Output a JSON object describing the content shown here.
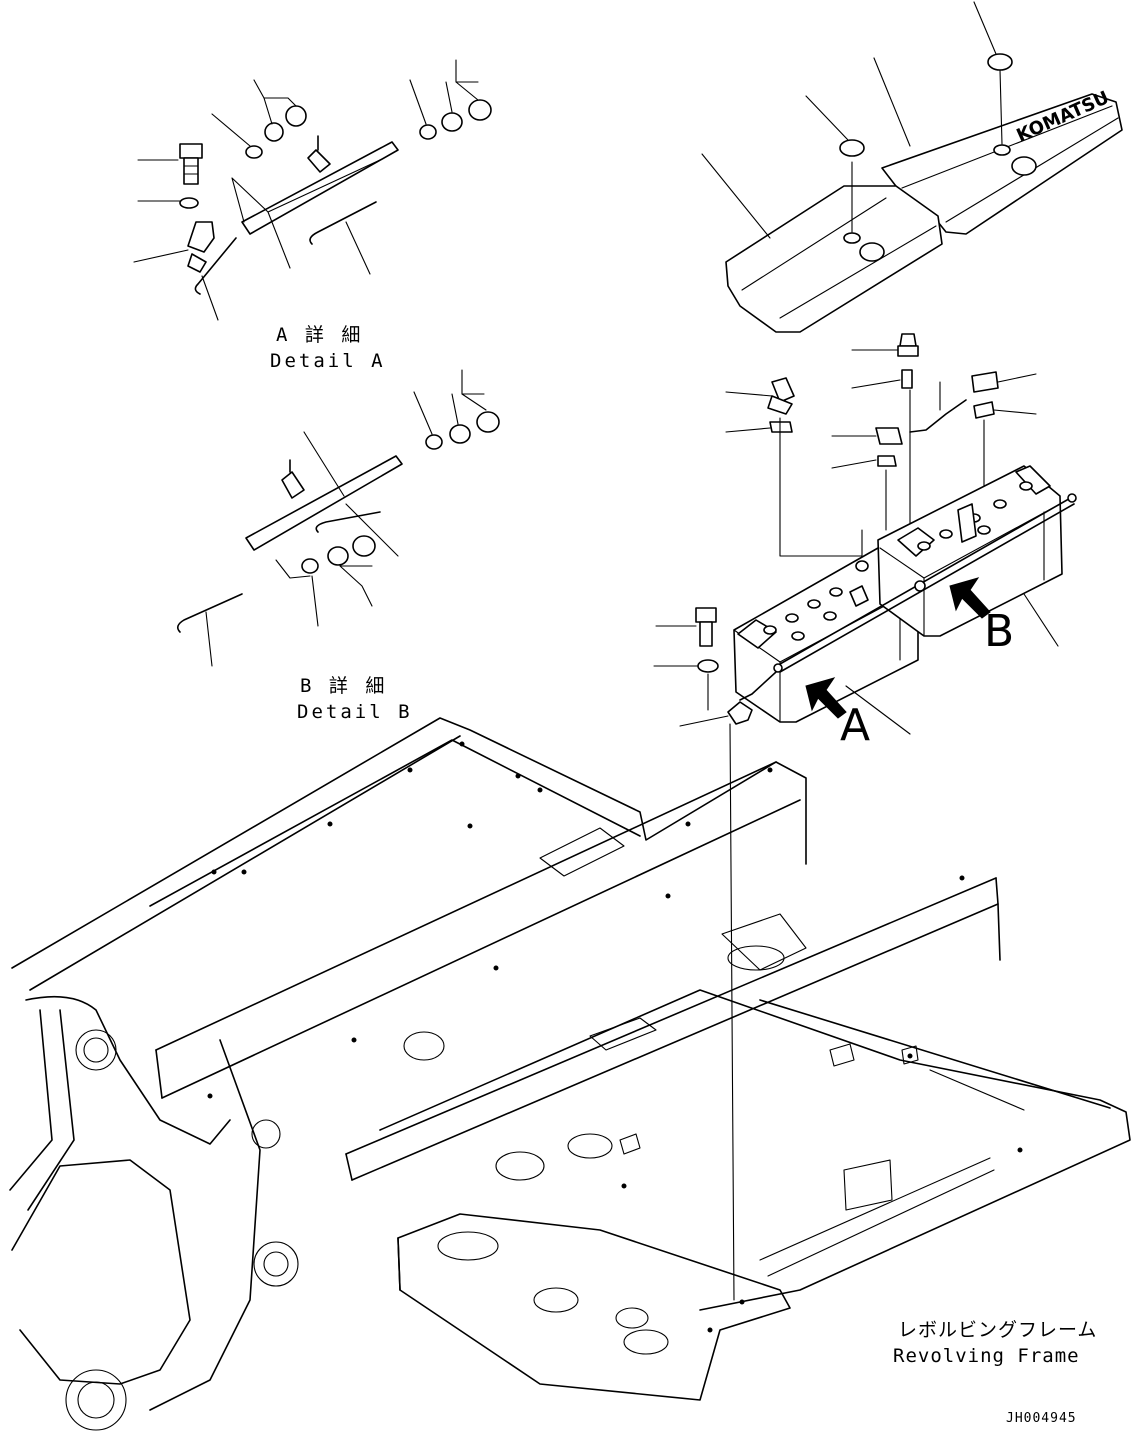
{
  "detail_a": {
    "jp": "A 詳 細",
    "en": "Detail A"
  },
  "detail_b": {
    "jp": "B 詳 細",
    "en": "Detail B"
  },
  "view_a_letter": "A",
  "view_b_letter": "B",
  "frame_label": {
    "jp": "レボルビングフレーム",
    "en": "Revolving Frame"
  },
  "drawing_code": "JH004945",
  "cover_brand": "KOMATSU"
}
